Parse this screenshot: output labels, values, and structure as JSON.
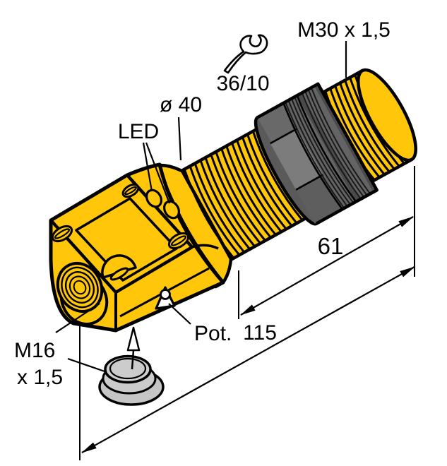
{
  "diagram": {
    "labels": {
      "thread_spec": "M30 x 1,5",
      "wrench_size": "36/10",
      "diameter": "ø 40",
      "led": "LED",
      "thread_length": "61",
      "total_length": "115",
      "potentiometer": "Pot.",
      "gland_thread_line1": "M16",
      "gland_thread_line2": "x 1,5"
    },
    "icons": {
      "wrench": "wrench-icon",
      "direction_arrow": "arrow-up-icon"
    },
    "colors": {
      "body_yellow": "#FFC60A",
      "nut_gray": "#696969",
      "nut_gray_light": "#7C7C7C",
      "nut_gray_dark": "#4A4A4A",
      "cap_gray": "#CBCBCB",
      "outline": "#000000",
      "background": "#FFFFFF"
    }
  }
}
